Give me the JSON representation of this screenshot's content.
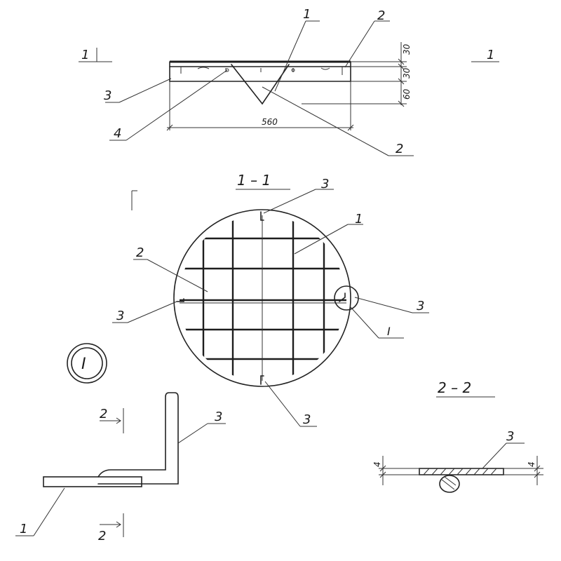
{
  "top_view": {
    "marks": [
      "1",
      "2",
      "3",
      "4",
      "2"
    ],
    "section_left": "1",
    "section_right": "1",
    "dims": [
      "30",
      "30",
      "60"
    ],
    "width": "560"
  },
  "plan_view": {
    "title": "1 – 1",
    "marks": [
      "3",
      "1",
      "2",
      "3",
      "3",
      "3"
    ],
    "detail_ref": "I"
  },
  "detail": {
    "callout": "I",
    "mark_bar": "3",
    "mark_plate": "1",
    "section_top": "2",
    "section_bottom": "2"
  },
  "section_22": {
    "title": "2 – 2",
    "mark": "3",
    "dim_left": "4",
    "dim_right": "4"
  }
}
